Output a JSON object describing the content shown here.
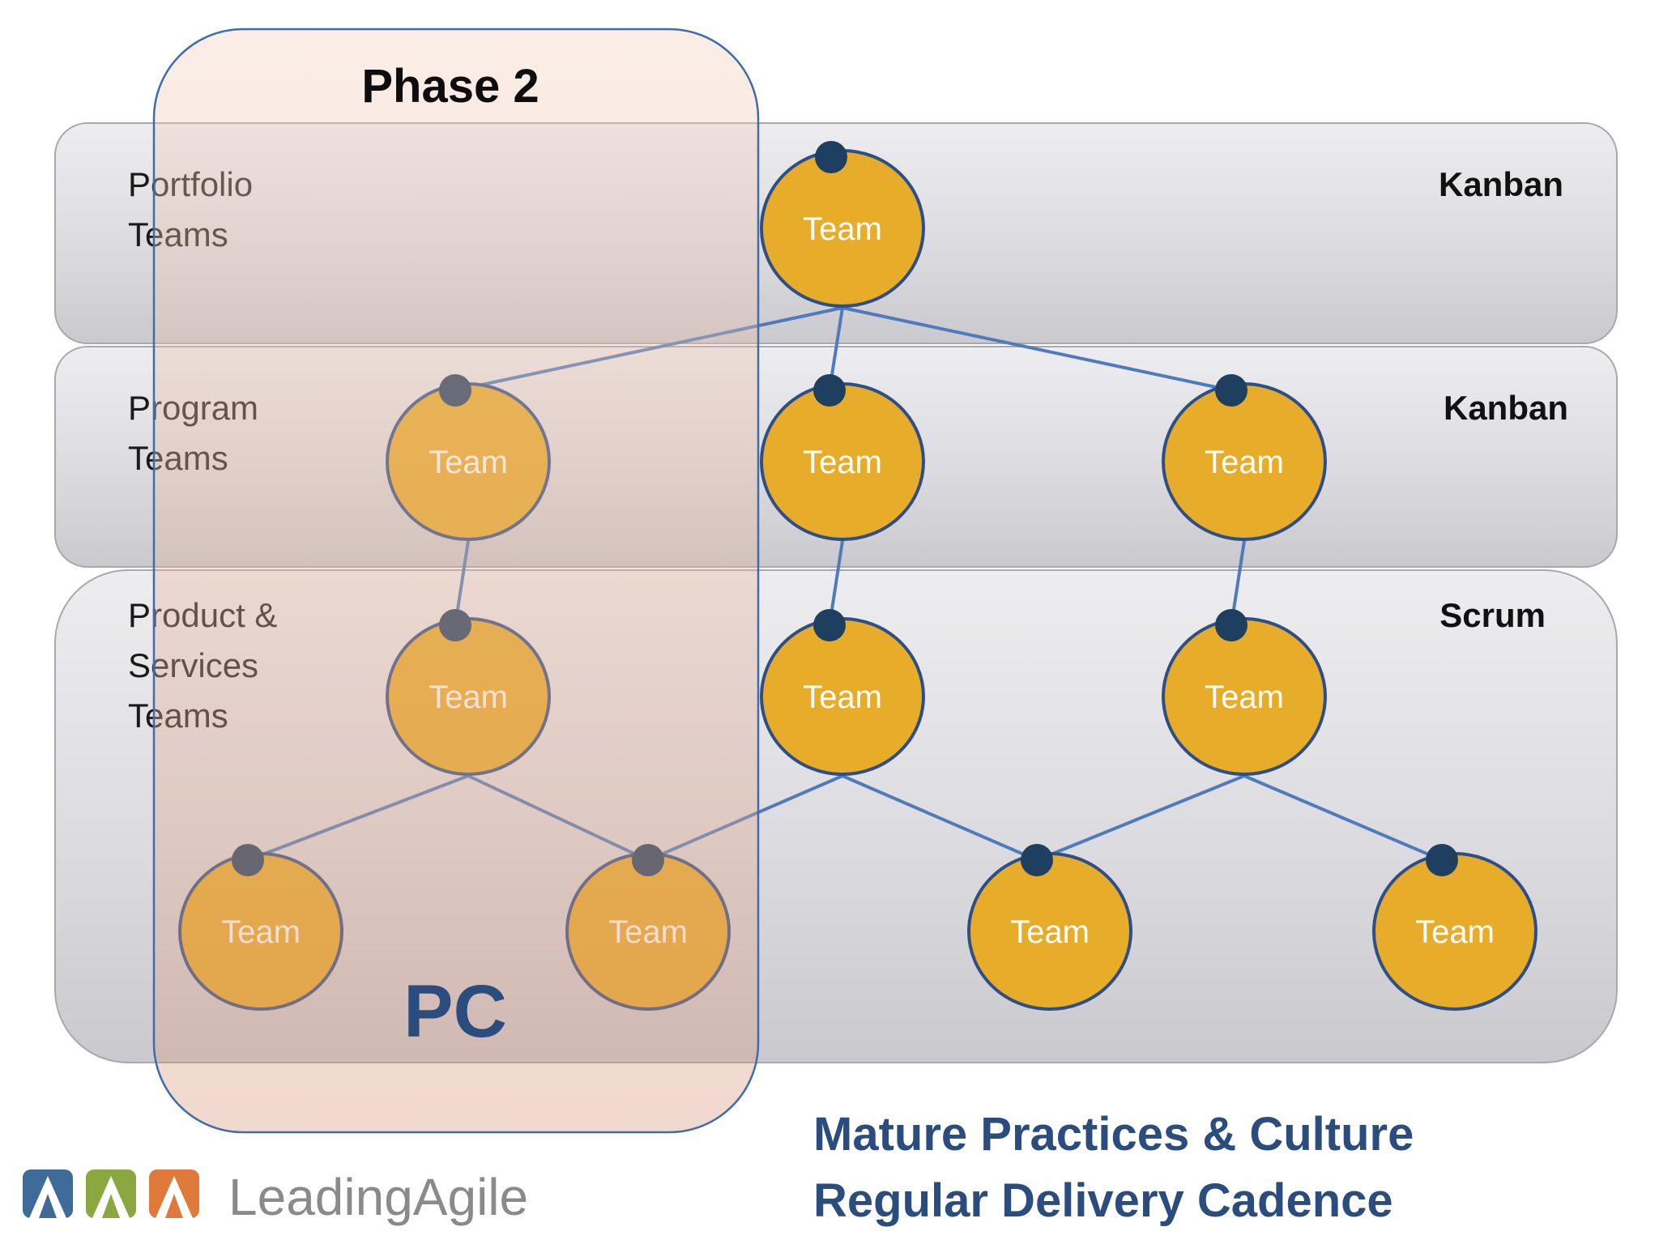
{
  "phase_title": "Phase 2",
  "pc_label": "PC",
  "colors": {
    "node_fill": "#E7AC2A",
    "node_stroke": "#2E4F85",
    "connector_dot": "#1F3F60",
    "link": "#4E7BBB",
    "band_fill": "#D9D9DD",
    "phase_fill": "#E8B7A1",
    "phase_stroke": "#3E6DAA",
    "heading_text": "#2B4D7E",
    "logo_text": "#8A8A8A"
  },
  "layers": [
    {
      "id": "portfolio",
      "label_lines": [
        "Portfolio",
        "Teams"
      ],
      "method": "Kanban"
    },
    {
      "id": "program",
      "label_lines": [
        "Program",
        "Teams"
      ],
      "method": "Kanban"
    },
    {
      "id": "product",
      "label_lines": [
        "Product &",
        "Services",
        "Teams"
      ],
      "method": "Scrum"
    }
  ],
  "nodes": [
    {
      "id": "portfolio-team",
      "label": "Team"
    },
    {
      "id": "program-team-1",
      "label": "Team"
    },
    {
      "id": "program-team-2",
      "label": "Team"
    },
    {
      "id": "program-team-3",
      "label": "Team"
    },
    {
      "id": "product-team-1",
      "label": "Team"
    },
    {
      "id": "product-team-2",
      "label": "Team"
    },
    {
      "id": "product-team-3",
      "label": "Team"
    },
    {
      "id": "delivery-team-1",
      "label": "Team"
    },
    {
      "id": "delivery-team-2",
      "label": "Team"
    },
    {
      "id": "delivery-team-3",
      "label": "Team"
    },
    {
      "id": "delivery-team-4",
      "label": "Team"
    }
  ],
  "edges": [
    [
      "portfolio-team",
      "program-team-1"
    ],
    [
      "portfolio-team",
      "program-team-2"
    ],
    [
      "portfolio-team",
      "program-team-3"
    ],
    [
      "program-team-1",
      "product-team-1"
    ],
    [
      "program-team-2",
      "product-team-2"
    ],
    [
      "program-team-3",
      "product-team-3"
    ],
    [
      "product-team-1",
      "delivery-team-1"
    ],
    [
      "product-team-1",
      "delivery-team-2"
    ],
    [
      "product-team-2",
      "delivery-team-2"
    ],
    [
      "product-team-2",
      "delivery-team-3"
    ],
    [
      "product-team-3",
      "delivery-team-3"
    ],
    [
      "product-team-3",
      "delivery-team-4"
    ]
  ],
  "footer": {
    "line1": "Mature Practices & Culture",
    "line2": "Regular Delivery Cadence"
  },
  "logo": {
    "text": "LeadingAgile"
  }
}
